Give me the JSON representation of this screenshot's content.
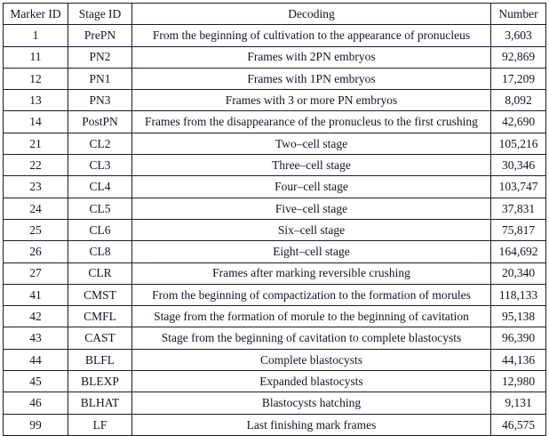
{
  "table": {
    "caption": "",
    "columns": [
      {
        "key": "marker_id",
        "label": "Marker ID"
      },
      {
        "key": "stage_id",
        "label": "Stage ID"
      },
      {
        "key": "decoding",
        "label": "Decoding"
      },
      {
        "key": "number",
        "label": "Number"
      }
    ],
    "rows": [
      {
        "marker_id": "1",
        "stage_id": "PrePN",
        "decoding": "From the beginning of cultivation to the appearance of pronucleus",
        "number": "3,603"
      },
      {
        "marker_id": "11",
        "stage_id": "PN2",
        "decoding": "Frames with 2PN embryos",
        "number": "92,869"
      },
      {
        "marker_id": "12",
        "stage_id": "PN1",
        "decoding": "Frames with 1PN embryos",
        "number": "17,209"
      },
      {
        "marker_id": "13",
        "stage_id": "PN3",
        "decoding": "Frames with 3 or more PN embryos",
        "number": "8,092"
      },
      {
        "marker_id": "14",
        "stage_id": "PostPN",
        "decoding": "Frames from the disappearance of the pronucleus to the first crushing",
        "number": "42,690"
      },
      {
        "marker_id": "21",
        "stage_id": "CL2",
        "decoding": "Two–cell stage",
        "number": "105,216"
      },
      {
        "marker_id": "22",
        "stage_id": "CL3",
        "decoding": "Three–cell stage",
        "number": "30,346"
      },
      {
        "marker_id": "23",
        "stage_id": "CL4",
        "decoding": "Four–cell stage",
        "number": "103,747"
      },
      {
        "marker_id": "24",
        "stage_id": "CL5",
        "decoding": "Five–cell stage",
        "number": "37,831"
      },
      {
        "marker_id": "25",
        "stage_id": "CL6",
        "decoding": "Six–cell stage",
        "number": "75,817"
      },
      {
        "marker_id": "26",
        "stage_id": "CL8",
        "decoding": "Eight–cell stage",
        "number": "164,692"
      },
      {
        "marker_id": "27",
        "stage_id": "CLR",
        "decoding": "Frames after marking reversible crushing",
        "number": "20,340"
      },
      {
        "marker_id": "41",
        "stage_id": "CMST",
        "decoding": "From the beginning of compactization to the formation of morules",
        "number": "118,133"
      },
      {
        "marker_id": "42",
        "stage_id": "CMFL",
        "decoding": "Stage from the formation of morule to the beginning of cavitation",
        "number": "95,138"
      },
      {
        "marker_id": "43",
        "stage_id": "CAST",
        "decoding": "Stage from the beginning of cavitation to complete blastocysts",
        "number": "96,390"
      },
      {
        "marker_id": "44",
        "stage_id": "BLFL",
        "decoding": "Complete blastocysts",
        "number": "44,136"
      },
      {
        "marker_id": "45",
        "stage_id": "BLEXP",
        "decoding": "Expanded blastocysts",
        "number": "12,980"
      },
      {
        "marker_id": "46",
        "stage_id": "BLHAT",
        "decoding": "Blastocysts hatching",
        "number": "9,131"
      },
      {
        "marker_id": "99",
        "stage_id": "LF",
        "decoding": "Last finishing mark frames",
        "number": "46,575"
      }
    ]
  },
  "style": {
    "border_color": "#1a1a2e",
    "text_color": "#141428",
    "background": "#ffffff"
  }
}
